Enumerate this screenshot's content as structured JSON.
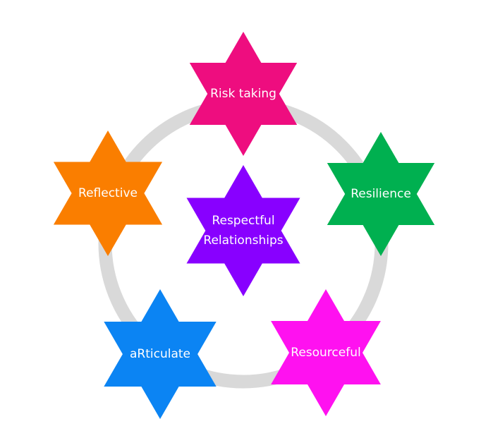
{
  "ring_color": "#d9d9d9",
  "stars": [
    {
      "id": "risk-taking",
      "lines": [
        "Risk taking"
      ],
      "color": "#ee0d7f",
      "icon": "six-pointed-star"
    },
    {
      "id": "resilience",
      "lines": [
        "Resilience"
      ],
      "color": "#00b050",
      "icon": "six-pointed-star"
    },
    {
      "id": "resourceful",
      "lines": [
        "Resourceful"
      ],
      "color": "#ff11f0",
      "icon": "six-pointed-star"
    },
    {
      "id": "articulate",
      "lines": [
        "aRticulate"
      ],
      "color": "#0b84f3",
      "icon": "six-pointed-star"
    },
    {
      "id": "reflective",
      "lines": [
        "Reflective"
      ],
      "color": "#fa7e00",
      "icon": "six-pointed-star"
    },
    {
      "id": "respectful",
      "lines": [
        "Respectful",
        "Relationships"
      ],
      "color": "#8800ff",
      "icon": "six-pointed-star"
    }
  ]
}
